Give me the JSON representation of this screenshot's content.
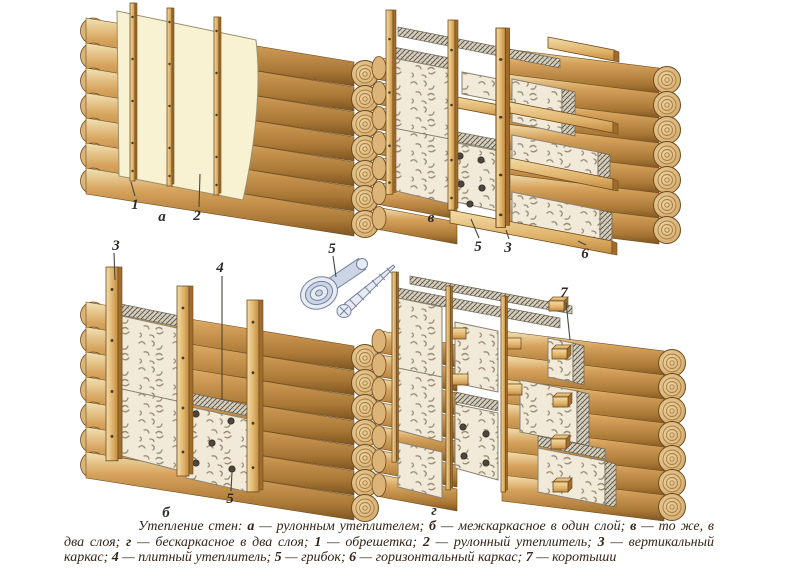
{
  "labels": {
    "n1": "1",
    "n2": "2",
    "n3": "3",
    "n4": "4",
    "n5": "5",
    "n6": "6",
    "n7": "7",
    "a": "а",
    "b": "б",
    "v": "в",
    "g": "г"
  },
  "caption": {
    "segments": [
      {
        "text": "Утепление стен: ",
        "bold": false
      },
      {
        "text": "а",
        "bold": true
      },
      {
        "text": " — рулонным утеплителем; ",
        "bold": false
      },
      {
        "text": "б",
        "bold": true
      },
      {
        "text": " — межкаркасное в один слой; ",
        "bold": false
      },
      {
        "text": "в",
        "bold": true
      },
      {
        "text": " — то же, в два слоя; ",
        "bold": false
      },
      {
        "text": "г",
        "bold": true
      },
      {
        "text": " — бескаркасное в два слоя; ",
        "bold": false
      },
      {
        "text": "1",
        "bold": true
      },
      {
        "text": " — обрешетка; ",
        "bold": false
      },
      {
        "text": "2",
        "bold": true
      },
      {
        "text": " — рулонный утеплитель; ",
        "bold": false
      },
      {
        "text": "3",
        "bold": true
      },
      {
        "text": " — вертикальный каркас; ",
        "bold": false
      },
      {
        "text": "4",
        "bold": true
      },
      {
        "text": " — плитный утеплитель; ",
        "bold": false
      },
      {
        "text": "5",
        "bold": true
      },
      {
        "text": " — грибок; ",
        "bold": false
      },
      {
        "text": "6",
        "bold": true
      },
      {
        "text": " — горизонтальный каркас; ",
        "bold": false
      },
      {
        "text": "7",
        "bold": true
      },
      {
        "text": " — коротыши",
        "bold": false
      }
    ]
  },
  "colors": {
    "background": "#ffffff",
    "log_light": "#f2e2b4",
    "log_mid": "#d7a45e",
    "log_deep": "#aa7836",
    "log_dark": "#7e5420",
    "log_cap": "#dcb478",
    "log_ring": "#a57a3f",
    "log_end_light": "#ecd3a0",
    "log_end_mid": "#cfa263",
    "wood_light": "#f3dda8",
    "wood_mid": "#e0b36b",
    "wood_dark": "#c18a41",
    "wood_edge": "#a06c2c",
    "outline_wood": "#6f4c1e",
    "ins_fill": "#f1ead9",
    "ins_speckle": "#9c8c73",
    "ins_outline": "#8a8171",
    "sheet": "#f8f2d2",
    "hatch_bg": "#d9d3c2",
    "hatch_line": "#5f584a",
    "dot": "#4e463c",
    "metal_light": "#e7ebf3",
    "metal_mid": "#ccd5e6",
    "metal_outline": "#76809d",
    "label": "#2e2a26",
    "leader": "#4a443c",
    "caption": "#332417"
  }
}
